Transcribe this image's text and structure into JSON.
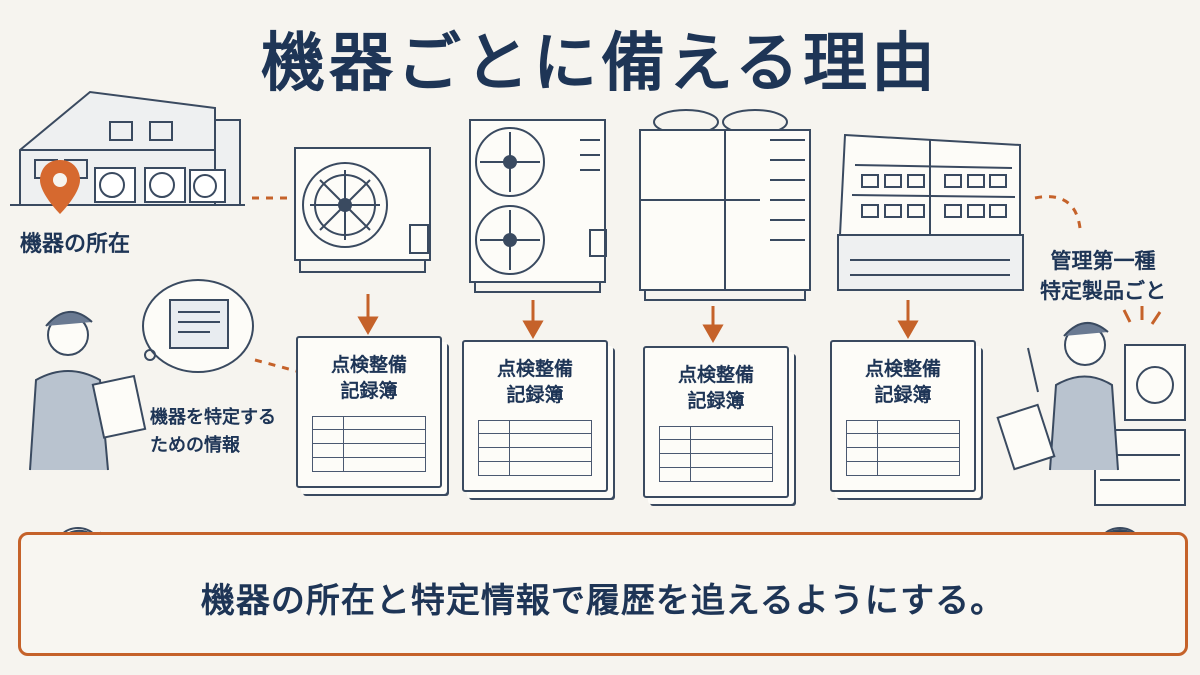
{
  "title": "機器ごとに備える理由",
  "labels": {
    "location": "機器の所在",
    "class1_line1": "管理第一種",
    "class1_line2": "特定製品ごと",
    "id_info_line1": "機器を特定する",
    "id_info_line2": "ための情報"
  },
  "books": [
    {
      "line1": "点検整備",
      "line2": "記録簿"
    },
    {
      "line1": "点検整備",
      "line2": "記録簿"
    },
    {
      "line1": "点検整備",
      "line2": "記録簿"
    },
    {
      "line1": "点検整備",
      "line2": "記録簿"
    }
  ],
  "banner": "機器の所在と特定情報で履歴を追えるようにする。",
  "colors": {
    "navy": "#1e3556",
    "orange": "#c5622a",
    "background": "#f6f4ef"
  },
  "icons": [
    "building-illustration",
    "location-pin-icon",
    "outdoor-ac-unit",
    "tall-ac-unit",
    "dual-fan-chiller",
    "refrigerated-showcase",
    "worker-with-clipboard",
    "nameplate-callout",
    "pointing-worker",
    "woman-presenting",
    "man-pointing"
  ]
}
